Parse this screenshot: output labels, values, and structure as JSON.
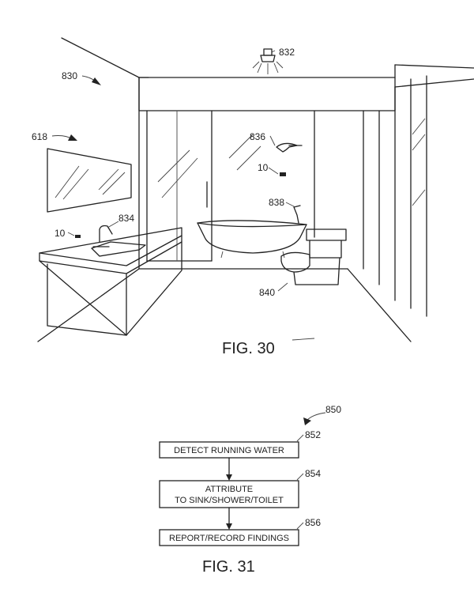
{
  "fig30": {
    "caption": "FIG. 30",
    "refs": {
      "room": "830",
      "light": "832",
      "faucet": "834",
      "shower": "836",
      "tub_faucet": "838",
      "toilet": "840",
      "mirror": "618",
      "sensor_sink": "10",
      "sensor_shower": "10"
    }
  },
  "fig31": {
    "caption": "FIG. 31",
    "ref_flow": "850",
    "steps": [
      {
        "ref": "852",
        "line1": "DETECT RUNNING WATER",
        "line2": ""
      },
      {
        "ref": "854",
        "line1": "ATTRIBUTE",
        "line2": "TO SINK/SHOWER/TOILET"
      },
      {
        "ref": "856",
        "line1": "REPORT/RECORD FINDINGS",
        "line2": ""
      }
    ]
  }
}
